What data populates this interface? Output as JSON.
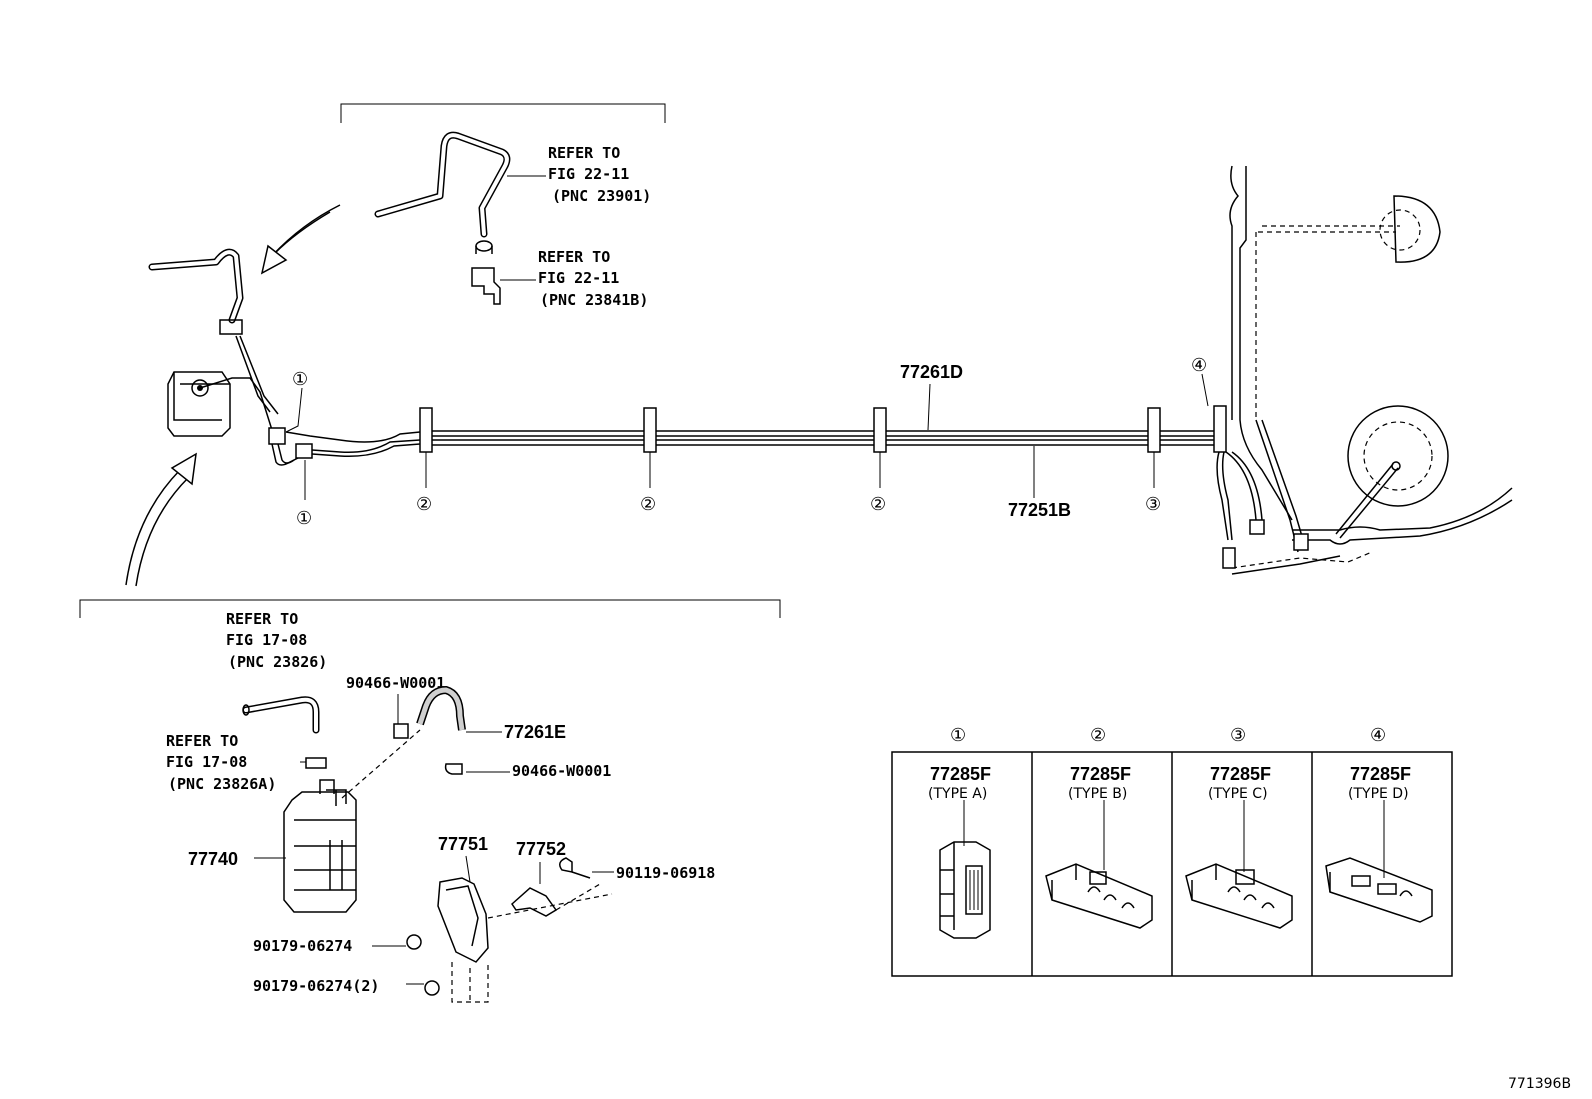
{
  "diagram_id": "771396B",
  "top_callout": {
    "hose_ref": [
      "REFER TO",
      "FIG 22-11",
      "(PNC 23901)"
    ],
    "clamp_ref": [
      "REFER TO",
      "FIG 22-11",
      "(PNC 23841B)"
    ]
  },
  "main_lines": {
    "upper_tube": "77261D",
    "lower_tube": "77251B"
  },
  "clip_markers": {
    "one": "①",
    "two": "②",
    "three": "③",
    "four": "④"
  },
  "canister_callout": {
    "upper_hose_ref": [
      "REFER TO",
      "FIG 17-08",
      "(PNC 23826)"
    ],
    "lower_hose_ref": [
      "REFER TO",
      "FIG 17-08",
      "(PNC 23826A)"
    ],
    "clamp_upper": "90466-W0001",
    "clamp_lower": "90466-W0001",
    "hose": "77261E",
    "canister": "77740",
    "bracket": "77751",
    "bracket_small": "77752",
    "bolt": "90119-06918",
    "nut_one": "90179-06274",
    "nut_two": "90179-06274(2)"
  },
  "clip_table": [
    {
      "marker": "①",
      "part": "77285F",
      "type": "(TYPE A)"
    },
    {
      "marker": "②",
      "part": "77285F",
      "type": "(TYPE B)"
    },
    {
      "marker": "③",
      "part": "77285F",
      "type": "(TYPE C)"
    },
    {
      "marker": "④",
      "part": "77285F",
      "type": "(TYPE D)"
    }
  ]
}
